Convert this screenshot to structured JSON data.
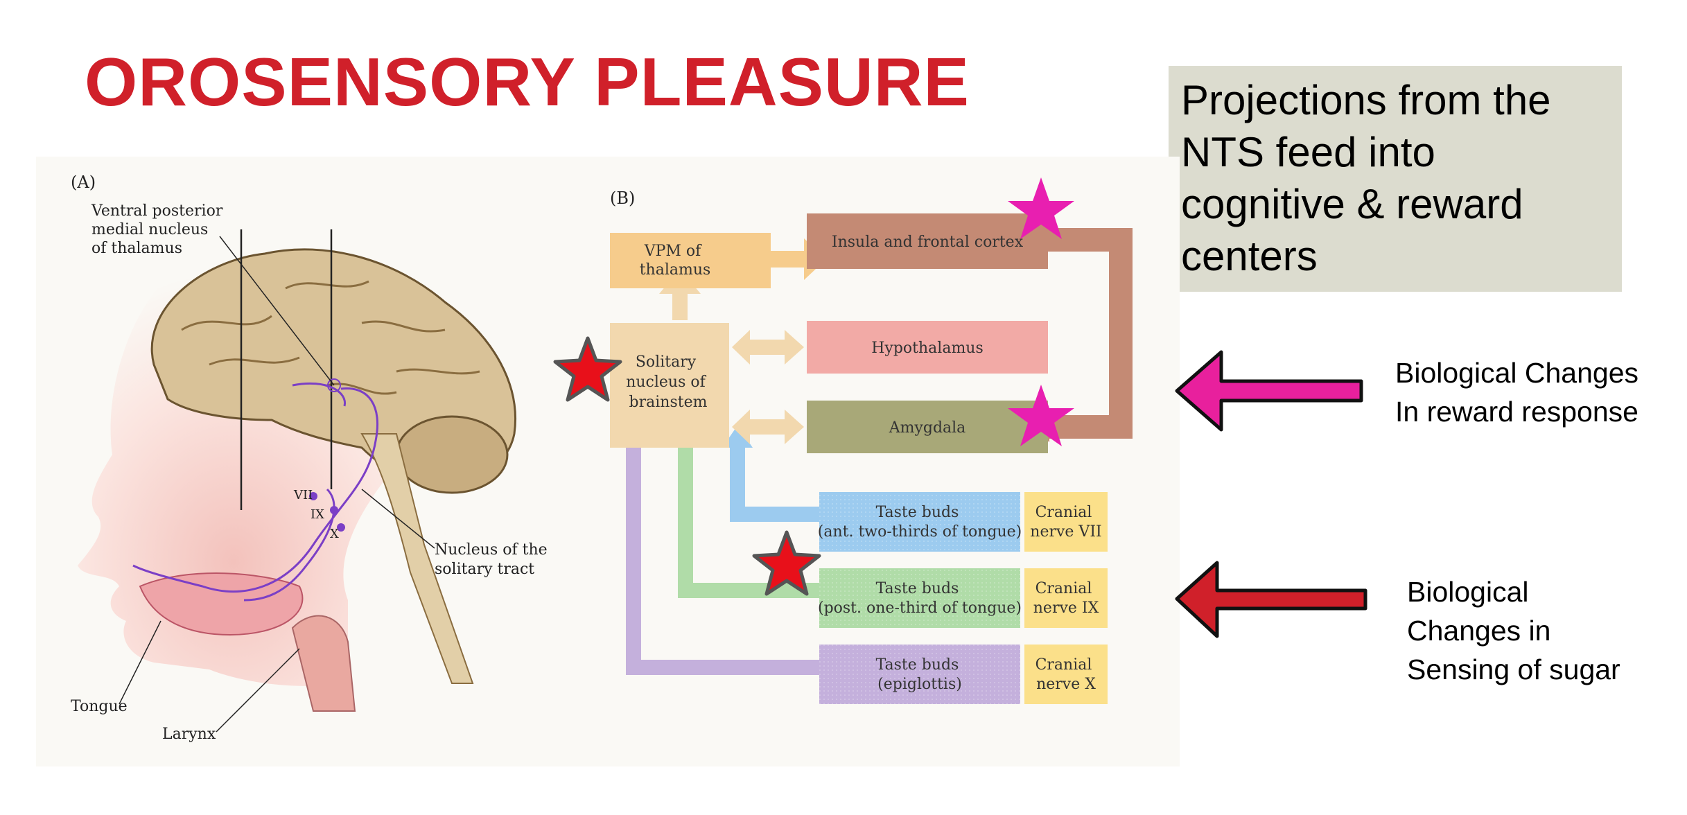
{
  "title": "OROSENSORY PLEASURE",
  "info_box": {
    "text": "Projections from the NTS feed into cognitive & reward centers",
    "background": "#dcdccf"
  },
  "annotations": {
    "reward": {
      "line1": "Biological Changes",
      "line2": "In reward response",
      "arrow_color": "#e8209d"
    },
    "sensing": {
      "line1": "Biological",
      "line2": "Changes in",
      "line3": "Sensing of sugar",
      "arrow_color": "#d0202a"
    }
  },
  "panel_a": {
    "label": "(A)",
    "vpm_label": [
      "Ventral posterior",
      "medial nucleus",
      "of thalamus"
    ],
    "nts_label": [
      "Nucleus of the",
      "solitary tract"
    ],
    "tongue_label": "Tongue",
    "larynx_label": "Larynx",
    "nerve_labels": [
      "VII",
      "IX",
      "X"
    ]
  },
  "panel_b": {
    "label": "(B)",
    "vpm": [
      "VPM of",
      "thalamus"
    ],
    "insula": "Insula and frontal cortex",
    "hypothalamus": "Hypothalamus",
    "amygdala": "Amygdala",
    "solitary": [
      "Solitary",
      "nucleus of",
      "brainstem"
    ],
    "taste_rows": [
      {
        "buds": [
          "Taste buds",
          "(ant. two-thirds of tongue)"
        ],
        "nerve": [
          "Cranial",
          "nerve VII"
        ]
      },
      {
        "buds": [
          "Taste buds",
          "(post. one-third of tongue)"
        ],
        "nerve": [
          "Cranial",
          "nerve IX"
        ]
      },
      {
        "buds": [
          "Taste buds",
          "(epiglottis)"
        ],
        "nerve": [
          "Cranial",
          "nerve X"
        ]
      }
    ]
  },
  "colors": {
    "title": "#d0202a",
    "magenta_star": "#e81fb0",
    "red_star": "#e8101a",
    "vpm_box": "#f6cc8c",
    "insula_box": "#c48a74",
    "hypothalamus_box": "#f2aaa6",
    "amygdala_box": "#a8a878",
    "solitary_box": "#f2d8ae",
    "taste_vii": "#9ccbef",
    "taste_ix": "#b0dca8",
    "taste_x": "#c4b0dc",
    "nerve_box": "#fbe08a"
  }
}
